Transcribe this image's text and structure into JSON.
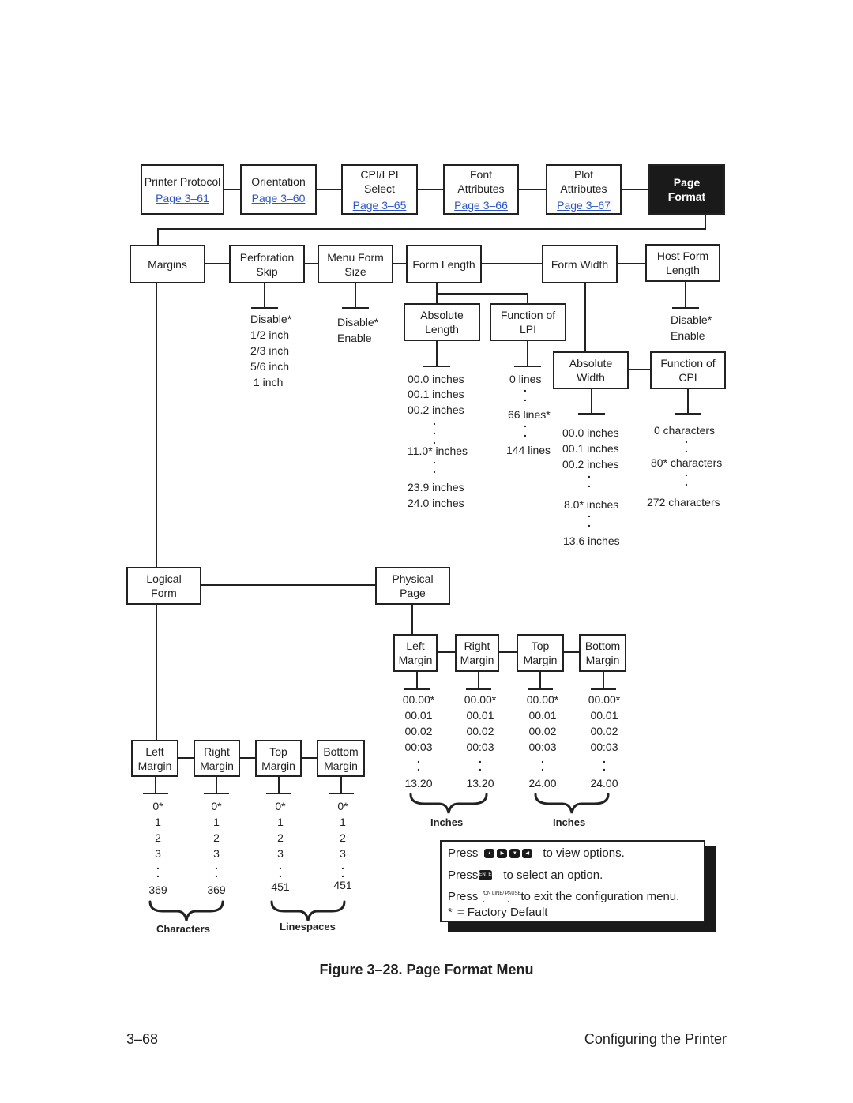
{
  "top_row": [
    {
      "label": "Printer Protocol",
      "page": "Page 3–61"
    },
    {
      "label": "Orientation",
      "page": "Page 3–60"
    },
    {
      "label": "CPI/LPI Select",
      "page": "Page 3–65"
    },
    {
      "label": "Font Attributes",
      "page": "Page 3–66"
    },
    {
      "label": "Plot Attributes",
      "page": "Page 3–67"
    },
    {
      "label": "Page Format"
    }
  ],
  "submenu": {
    "margins": "Margins",
    "perforation_skip": "Perforation Skip",
    "menu_form_size": "Menu Form Size",
    "form_length": "Form Length",
    "form_width": "Form Width",
    "host_form_length": "Host Form Length",
    "absolute_length": "Absolute Length",
    "function_of_lpi": "Function of LPI",
    "absolute_width": "Absolute Width",
    "function_of_cpi": "Function of CPI",
    "logical_form": "Logical Form",
    "physical_page": "Physical Page"
  },
  "options": {
    "perforation_skip": [
      "Disable*",
      "1/2 inch",
      "2/3 inch",
      "5/6 inch",
      "1   inch"
    ],
    "menu_form_size": [
      "Disable*",
      "Enable"
    ],
    "host_form_length": [
      "Disable*",
      "Enable"
    ],
    "absolute_length": [
      "00.0 inches",
      "00.1 inches",
      "00.2 inches",
      "11.0* inches",
      "23.9 inches",
      "24.0 inches"
    ],
    "function_of_lpi": [
      "0 lines",
      "66 lines*",
      "144 lines"
    ],
    "absolute_width": [
      "00.0 inches",
      "00.1 inches",
      "00.2 inches",
      "8.0* inches",
      "13.6 inches"
    ],
    "function_of_cpi": [
      "0 characters",
      "80* characters",
      "272 characters"
    ]
  },
  "physical_margins": {
    "labels": [
      "Left Margin",
      "Right Margin",
      "Top Margin",
      "Bottom Margin"
    ],
    "values": [
      [
        "00.00*",
        "00.01",
        "00.02",
        "00:03",
        "13.20"
      ],
      [
        "00.00*",
        "00.01",
        "00.02",
        "00:03",
        "13.20"
      ],
      [
        "00.00*",
        "00.01",
        "00.02",
        "00:03",
        "24.00"
      ],
      [
        "00.00*",
        "00.01",
        "00.02",
        "00:03",
        "24.00"
      ]
    ],
    "unit_labels": [
      "Inches",
      "Inches"
    ]
  },
  "logical_margins": {
    "labels": [
      "Left Margin",
      "Right Margin",
      "Top Margin",
      "Bottom Margin"
    ],
    "values": [
      [
        "0*",
        "1",
        "2",
        "3",
        "369"
      ],
      [
        "0*",
        "1",
        "2",
        "3",
        "369"
      ],
      [
        "0*",
        "1",
        "2",
        "3",
        "451"
      ],
      [
        "0*",
        "1",
        "2",
        "3",
        "451"
      ]
    ],
    "unit_labels": [
      "Characters",
      "Linespaces"
    ]
  },
  "legend": {
    "press": "Press",
    "view": "to view options.",
    "select": "to select an option.",
    "exit": "to exit the configuration menu.",
    "factory": "= Factory Default",
    "asterisk": "*",
    "enter_key": "ENTER",
    "online_key": "ON LINE/ PAUSE"
  },
  "caption": "Figure 3–28. Page Format Menu",
  "footer": {
    "page_number": "3–68",
    "section": "Configuring the Printer"
  }
}
